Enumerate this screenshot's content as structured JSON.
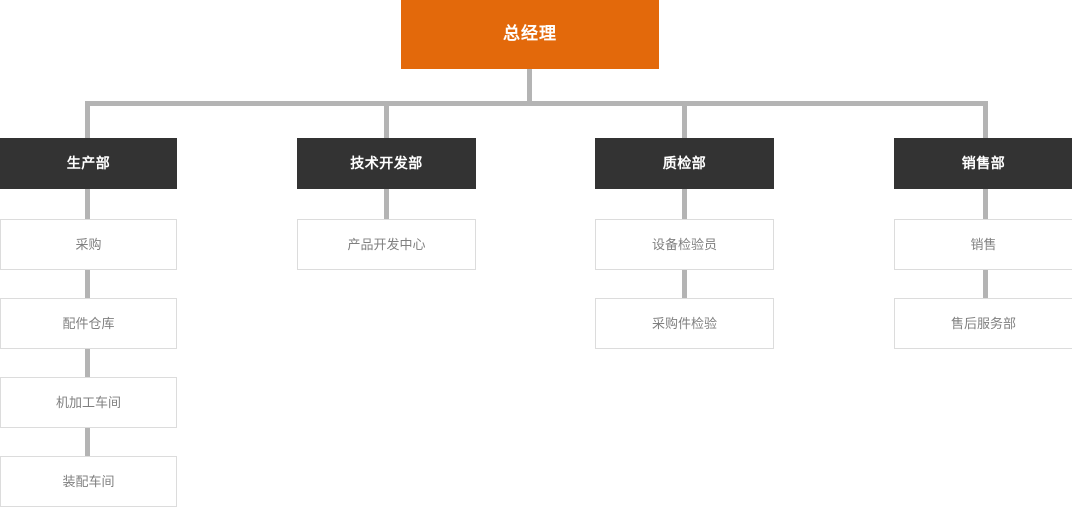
{
  "chart": {
    "title_node": {
      "label": "总经理",
      "level": "root"
    },
    "colors": {
      "root_bg": "#e3690b",
      "root_text": "#ffffff",
      "dept_bg": "#333333",
      "dept_text": "#ffffff",
      "unit_bg": "#ffffff",
      "unit_text": "#808080",
      "unit_border": "#dcdcdc",
      "connector": "#b4b4b4",
      "page_bg": "#ffffff"
    },
    "branches": [
      {
        "dept": "生产部",
        "units": [
          "采购",
          "配件仓库",
          "机加工车间",
          "装配车间"
        ]
      },
      {
        "dept": "技术开发部",
        "units": [
          "产品开发中心"
        ]
      },
      {
        "dept": "质检部",
        "units": [
          "设备检验员",
          "采购件检验"
        ]
      },
      {
        "dept": "销售部",
        "units": [
          "销售",
          "售后服务部"
        ]
      }
    ]
  }
}
